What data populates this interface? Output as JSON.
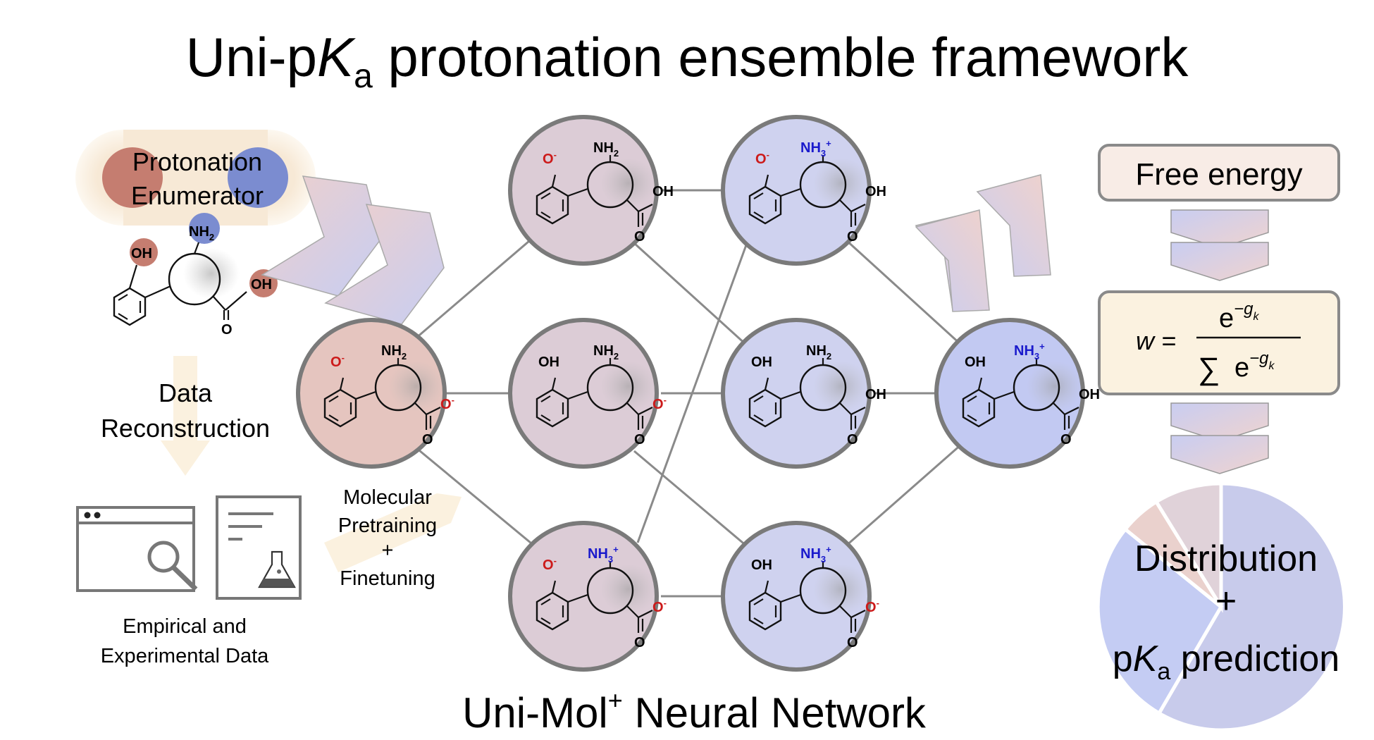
{
  "title": {
    "prefix": "Uni-p",
    "k": "K",
    "sub": "a",
    "suffix": " protonation ensemble framework"
  },
  "left": {
    "enumerator_line1": "Protonation",
    "enumerator_line2": "Enumerator",
    "reconstruction_line1": "Data",
    "reconstruction_line2": "Reconstruction",
    "data_line1": "Empirical and",
    "data_line2": "Experimental Data"
  },
  "middle": {
    "training_line1": "Molecular",
    "training_line2": "Pretraining",
    "training_line3": "+",
    "training_line4": "Finetuning",
    "network_title": "Uni-Mol",
    "network_sup": "+",
    "network_rest": " Neural Network"
  },
  "right": {
    "free_energy": "Free energy",
    "formula_w": "w =",
    "formula_num": "e",
    "formula_den_sum": "∑",
    "formula_den": "e",
    "formula_exp": "−g",
    "formula_exp_sub": "k",
    "dist_line1": "Distribution",
    "dist_line2": "+",
    "dist_p": "p",
    "dist_k": "K",
    "dist_a": "a",
    "dist_rest": " prediction"
  },
  "chem": {
    "nh2": "NH",
    "nh3": "NH",
    "sub2": "2",
    "sub3": "3",
    "plus": "+",
    "oh": "OH",
    "o": "O",
    "minus": "-"
  },
  "colors": {
    "red_node": "#e5c5bf",
    "mixed_node": "#dcccd6",
    "blue_node": "#cfd2ef",
    "deep_blue_node": "#c2c9f2",
    "cationic_label": "#1a1acc",
    "anionic_label": "#cc1a1a",
    "box_fill": "#fbf2e0",
    "free_energy_fill": "#f8ece6"
  }
}
